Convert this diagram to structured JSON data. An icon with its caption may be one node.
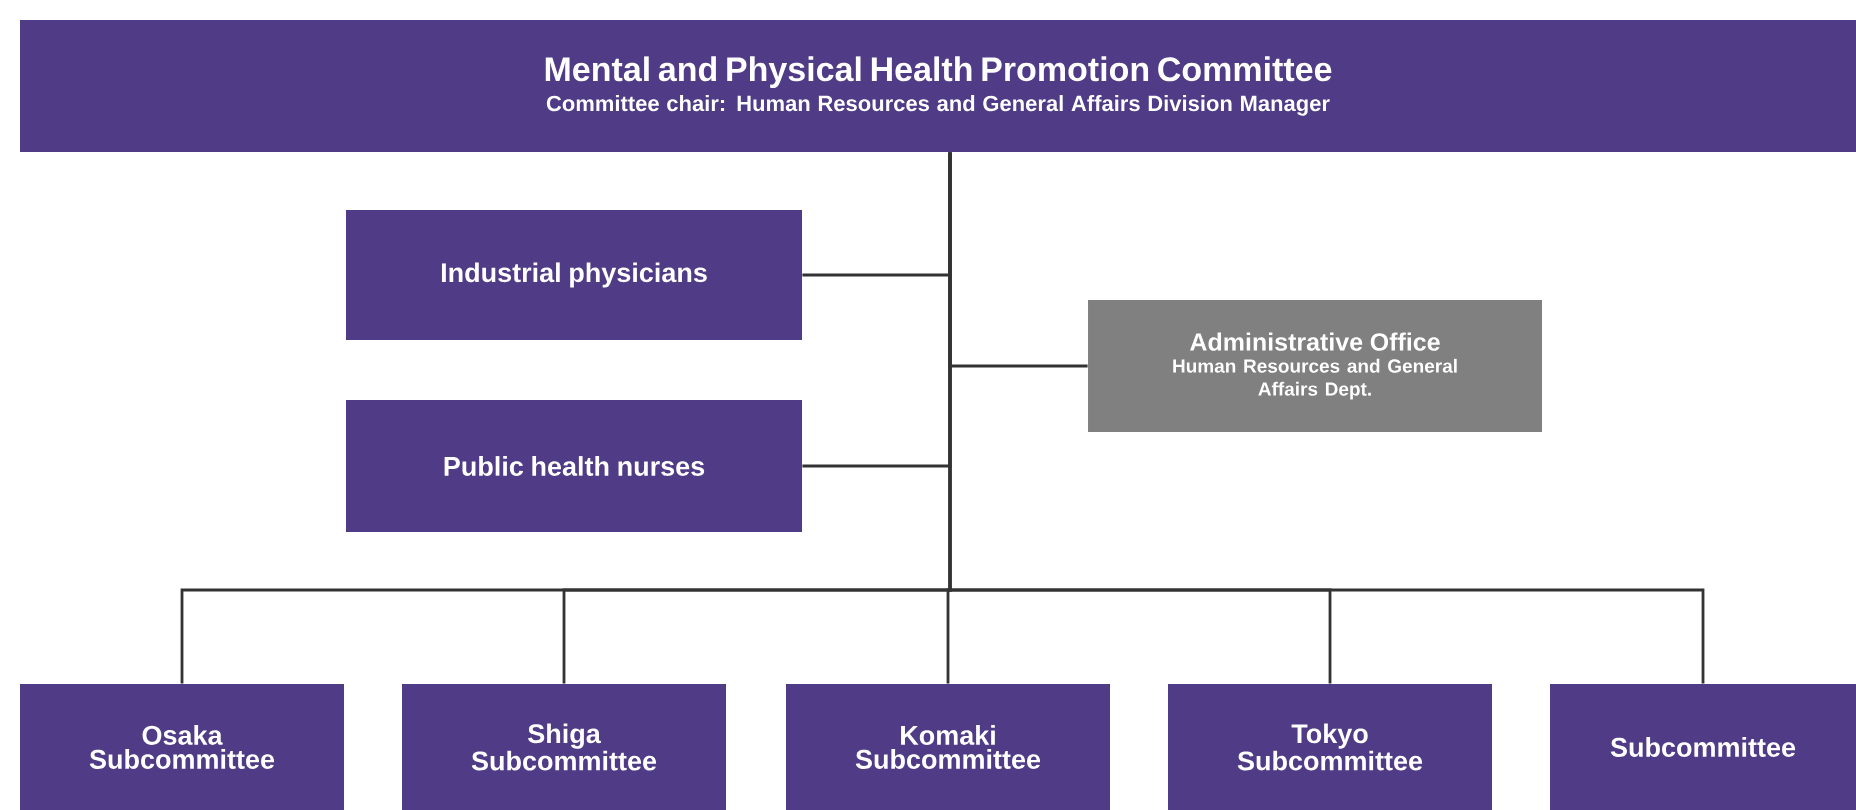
{
  "diagram": {
    "nodes": [
      {
        "text": [
          "Mental and Physical Health Promotion Committee",
          "Committee chair: Human Resources and General Affairs Division Manager"
        ]
      },
      {
        "text": [
          "Industrial physicians"
        ]
      },
      {
        "text": [
          "Administrative Office",
          "Human Resources and General Affairs Dept."
        ]
      },
      {
        "text": [
          "Public health nurses"
        ]
      },
      {
        "text": [
          "Osaka Subcommittee"
        ]
      },
      {
        "text": [
          "Shiga Subcommittee"
        ]
      },
      {
        "text": [
          "Komaki Subcommittee"
        ]
      },
      {
        "text": [
          "Tokyo Subcommittee"
        ]
      },
      {
        "text": [
          "Subcommittee"
        ]
      }
    ],
    "edges": [
      {
        "from": 0,
        "to": 1,
        "arrow": "none"
      },
      {
        "from": 0,
        "to": 2,
        "arrow": "none"
      },
      {
        "from": 0,
        "to": 3,
        "arrow": "none"
      },
      {
        "from": 0,
        "to": 4,
        "arrow": "none"
      },
      {
        "from": 0,
        "to": 5,
        "arrow": "none"
      },
      {
        "from": 0,
        "to": 6,
        "arrow": "none"
      },
      {
        "from": 0,
        "to": 7,
        "arrow": "none"
      },
      {
        "from": 0,
        "to": 8,
        "arrow": "none"
      }
    ]
  }
}
